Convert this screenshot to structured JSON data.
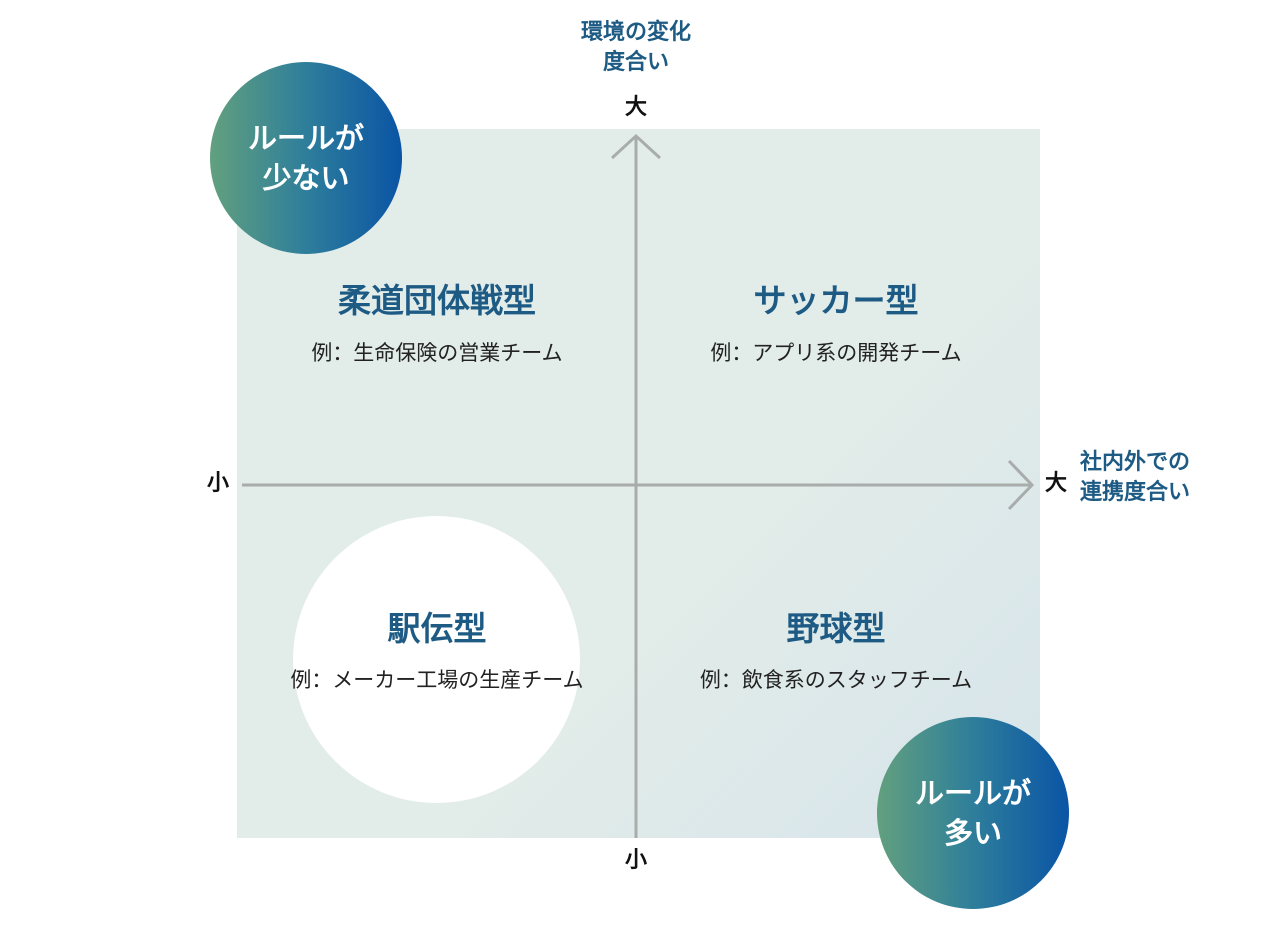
{
  "axes": {
    "vertical": {
      "label_line1": "環境の変化",
      "label_line2": "度合い",
      "max_label": "大",
      "min_label": "小"
    },
    "horizontal": {
      "label_line1": "社内外での",
      "label_line2": "連携度合い",
      "max_label": "大",
      "min_label": "小"
    }
  },
  "badges": {
    "top_left": {
      "line1": "ルールが",
      "line2": "少ない"
    },
    "bottom_right": {
      "line1": "ルールが",
      "line2": "多い"
    }
  },
  "quadrants": {
    "top_left": {
      "title": "柔道団体戦型",
      "example": "例：生命保険の営業チーム"
    },
    "top_right": {
      "title": "サッカー型",
      "example": "例：アプリ系の開発チーム"
    },
    "bottom_left": {
      "title": "駅伝型",
      "example": "例：メーカー工場の生産チーム"
    },
    "bottom_right": {
      "title": "野球型",
      "example": "例：飲食系のスタッフチーム"
    }
  },
  "colors": {
    "title": "#1e5b84",
    "panel": "#e2ece9",
    "axis": "#a8adac",
    "badge_gradient": [
      "#62a07e",
      "#2e7e9b",
      "#0a54a5"
    ]
  }
}
